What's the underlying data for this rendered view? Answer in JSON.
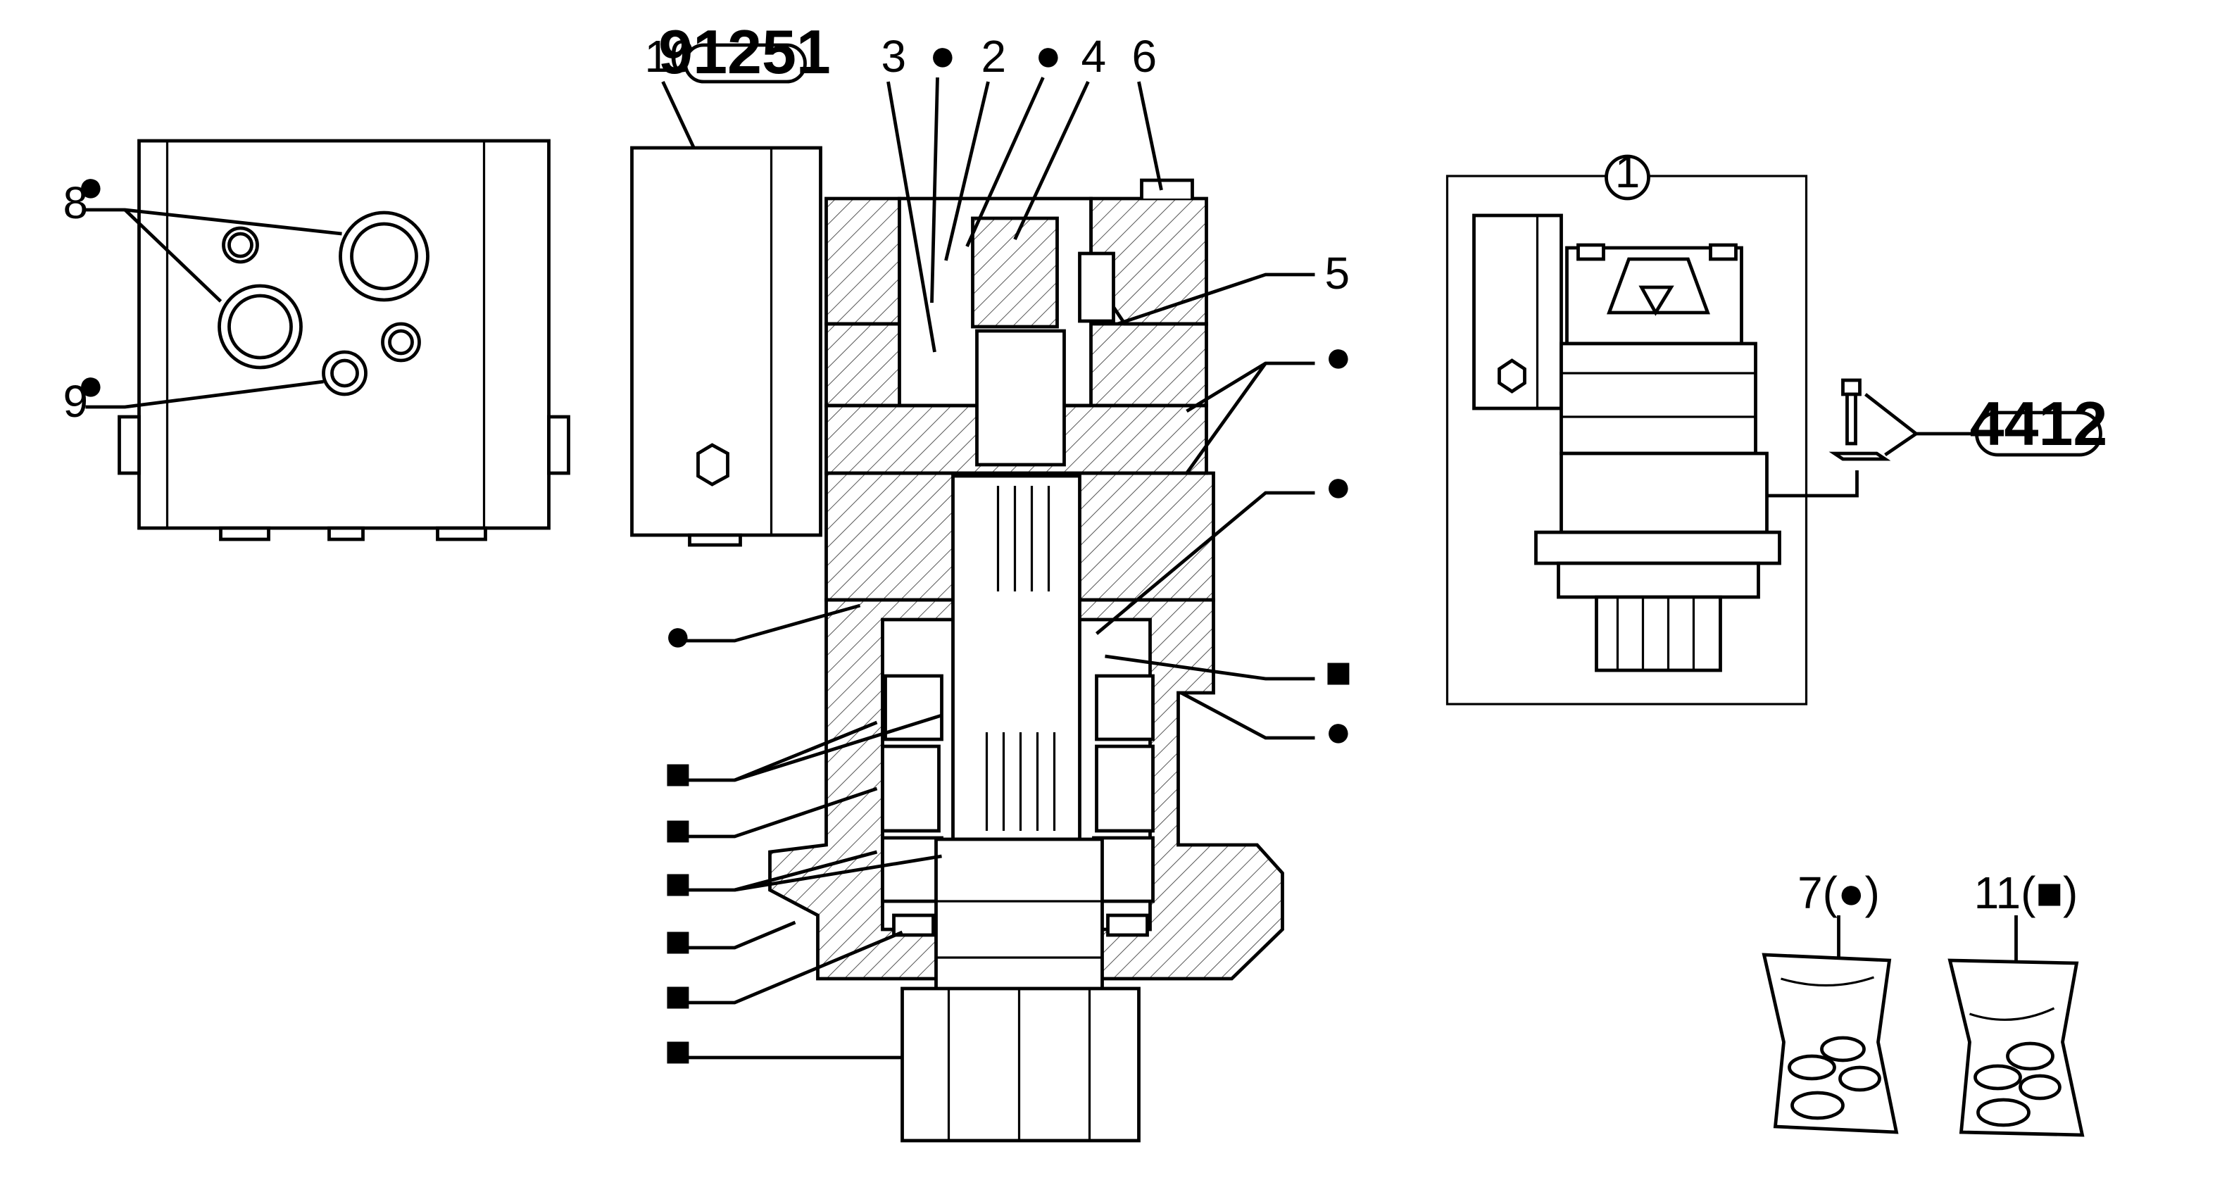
{
  "callouts": {
    "c1": "1",
    "c2": "2",
    "c3": "3",
    "c4": "4",
    "c5": "5",
    "c6": "6",
    "c7": "7(●)",
    "c8": "8",
    "c9": "9",
    "c10": "10",
    "c11": "11(■)"
  },
  "kits": {
    "k91251": "91251",
    "k4412": "4412"
  },
  "markers": {
    "dot": "●",
    "square": "■"
  },
  "colors": {
    "line": "#000000",
    "background": "#ffffff"
  }
}
